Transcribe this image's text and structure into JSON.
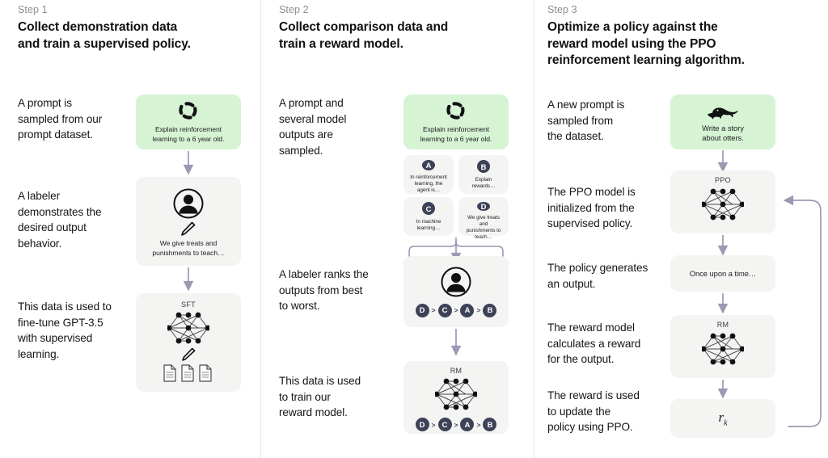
{
  "meta": {
    "accent_green": "#d6f3d4",
    "card_grey": "#f4f4f3",
    "badge_navy": "#3d4257",
    "arrow_purple": "#9b9ab4",
    "divider": "#e7e7e9"
  },
  "columns": [
    {
      "step_label": "Step 1",
      "title": "Collect demonstration data\nand train a supervised policy.",
      "title_lines": [
        "Collect demonstration data",
        "and train a supervised policy."
      ],
      "captions": [
        "A prompt is\nsampled from our\nprompt dataset.",
        "A labeler\ndemonstrates the\ndesired output\nbehavior.",
        "This data is used to\nfine-tune GPT-3.5\nwith supervised\nlearning."
      ],
      "cards": [
        {
          "kind": "prompt-green",
          "icon": "dashed-circle-icon",
          "text": "Explain reinforcement\nlearning to a 6 year old."
        },
        {
          "kind": "labeler",
          "icon": "person-circle-icon",
          "sub_icon": "pencil-icon",
          "text": "We give treats and\npunishments to teach…"
        },
        {
          "kind": "model",
          "label": "SFT",
          "icon": "neural-net-icon",
          "sub_icon": "pencil-icon",
          "docs_icon": "documents-icon"
        }
      ]
    },
    {
      "step_label": "Step 2",
      "title_lines": [
        "Collect comparison data and",
        "train a reward model."
      ],
      "captions": [
        "A prompt and\nseveral model\noutputs are\nsampled.",
        "A labeler ranks the\noutputs from best\nto worst.",
        "This data is used\nto train our\nreward model."
      ],
      "cards": [
        {
          "kind": "prompt-green",
          "icon": "dashed-circle-icon",
          "text": "Explain reinforcement\nlearning to a 6 year old."
        },
        {
          "kind": "output",
          "letter": "A",
          "text": "In reinforcement\nlearning, the\nagent is…"
        },
        {
          "kind": "output",
          "letter": "B",
          "text": "Explain rewards…"
        },
        {
          "kind": "output",
          "letter": "C",
          "text": "In machine\nlearning…"
        },
        {
          "kind": "output",
          "letter": "D",
          "text": "We give treats and\npunishments to\nteach…"
        },
        {
          "kind": "labeler-rank",
          "icon": "person-circle-icon",
          "ranking": [
            "D",
            "C",
            "A",
            "B"
          ],
          "separator": ">"
        },
        {
          "kind": "model",
          "label": "RM",
          "icon": "neural-net-icon",
          "ranking": [
            "D",
            "C",
            "A",
            "B"
          ],
          "separator": ">"
        }
      ]
    },
    {
      "step_label": "Step 3",
      "title_lines": [
        "Optimize a policy against the",
        "reward model using the PPO",
        "reinforcement learning algorithm."
      ],
      "captions": [
        "A new prompt is\nsampled from\nthe dataset.",
        "The PPO model is\ninitialized from the\nsupervised policy.",
        "The policy generates\nan output.",
        "The reward model\ncalculates a reward\nfor the output.",
        "The reward is used\nto update the\npolicy using PPO."
      ],
      "cards": [
        {
          "kind": "prompt-green",
          "icon": "otter-icon",
          "text": "Write a story\nabout otters."
        },
        {
          "kind": "model",
          "label": "PPO",
          "icon": "neural-net-icon"
        },
        {
          "kind": "output-text",
          "text": "Once upon a time…"
        },
        {
          "kind": "model",
          "label": "RM",
          "icon": "neural-net-icon"
        },
        {
          "kind": "reward",
          "symbol": "r",
          "subscript": "k"
        }
      ]
    }
  ]
}
